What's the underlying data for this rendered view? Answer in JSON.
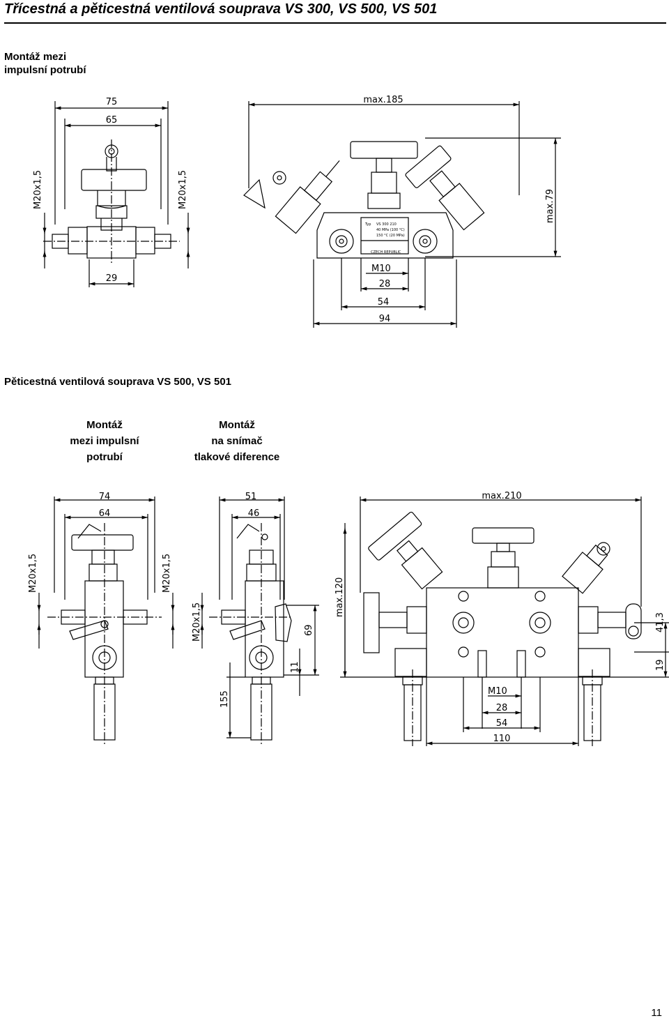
{
  "header": {
    "title": "Třícestná a pěticestná ventilová souprava VS 300, VS 500, VS 501"
  },
  "section1": {
    "caption_line1": "Montáž mezi",
    "caption_line2": "impulsní potrubí",
    "dims": {
      "w75": "75",
      "w65": "65",
      "m20_left": "M20x1,5",
      "m20_right": "M20x1,5",
      "w29": "29",
      "max185": "max.185",
      "max79": "max.79",
      "m10": "M10",
      "w28": "28",
      "w54": "54",
      "w94": "94"
    },
    "plate": {
      "typ": "Typ",
      "model": "VS 300 210",
      "pressure": "40 MPa (100 °C)",
      "temp": "150 °C (20 MPa)",
      "country": "CZECH REPUBLIC"
    }
  },
  "section2": {
    "heading": "Pěticestná ventilová souprava VS 500, VS 501",
    "caption_a_1": "Montáž",
    "caption_a_2": "mezi impulsní",
    "caption_a_3": "potrubí",
    "caption_b_1": "Montáž",
    "caption_b_2": "na snímač",
    "caption_b_3": "tlakové diference",
    "dims": {
      "w74": "74",
      "w64": "64",
      "m20_a_left": "M20x1,5",
      "m20_a_right": "M20x1,5",
      "w51": "51",
      "w46": "46",
      "m20_b": "M20x1,5",
      "h155": "155",
      "h11": "11",
      "h69": "69",
      "max210": "max.210",
      "max120": "max.120",
      "h41_3": "41,3",
      "h19": "19",
      "m10": "M10",
      "w28": "28",
      "w54": "54",
      "w110": "110"
    }
  },
  "page_number": "11"
}
